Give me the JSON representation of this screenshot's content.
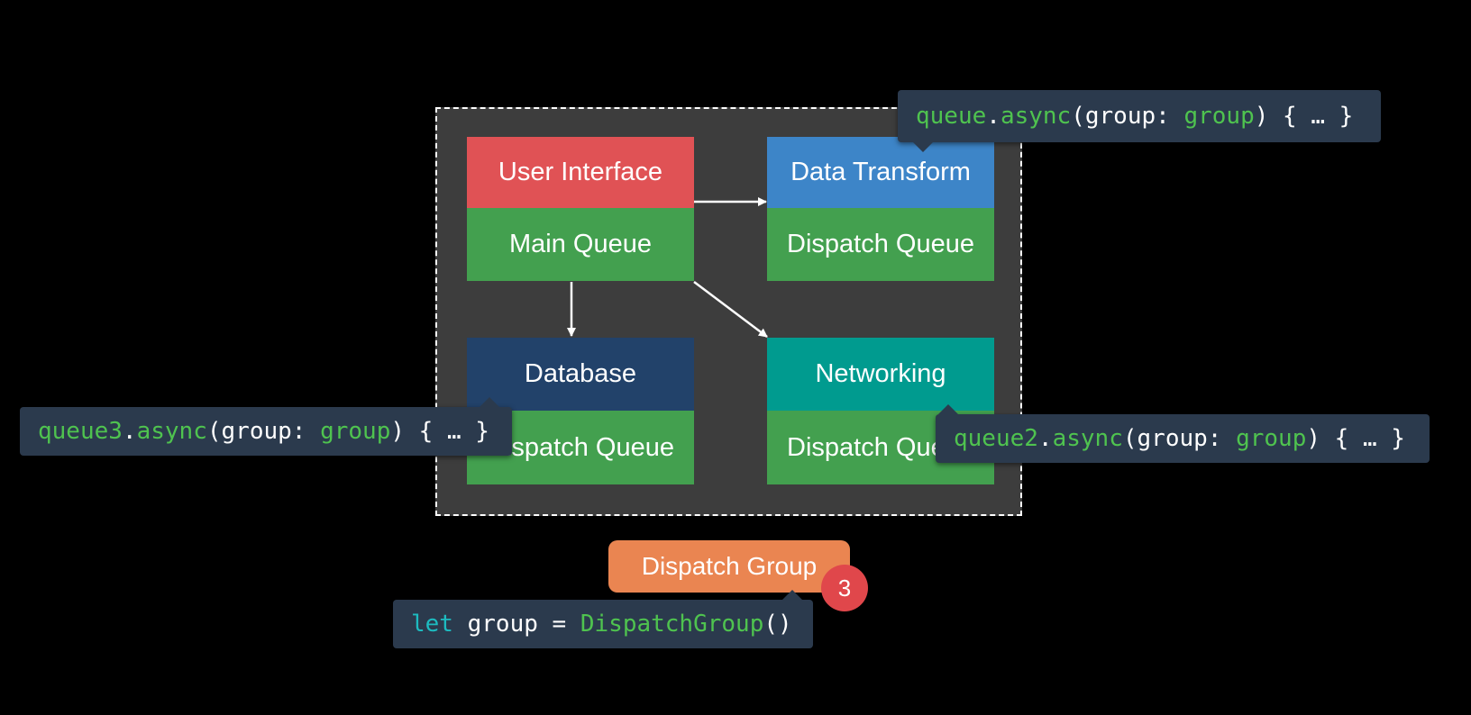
{
  "colors": {
    "background": "#000000",
    "group_frame": "#3d3d3d",
    "user_interface": "#e05255",
    "main_queue": "#43a04f",
    "data_transform": "#3d85c8",
    "database": "#22426a",
    "networking": "#009b8f",
    "dispatch_queue": "#43a04f",
    "dispatch_group": "#ea8551",
    "badge": "#e0474b",
    "callout": "#2b3a4d",
    "code_green": "#4fc34f",
    "code_teal": "#1dbbc0"
  },
  "blocks": {
    "user_interface": "User Interface",
    "main_queue": "Main Queue",
    "data_transform": "Data Transform",
    "data_transform_queue": "Dispatch Queue",
    "database": "Database",
    "database_queue": "Dispatch Queue",
    "networking": "Networking",
    "networking_queue": "Dispatch Queue"
  },
  "callouts": {
    "queue": {
      "receiver": "queue",
      "dot": ".",
      "method": "async",
      "open": "(group: ",
      "arg": "group",
      "close": ") { … }"
    },
    "queue3": {
      "receiver": "queue3",
      "dot": ".",
      "method": "async",
      "open": "(group: ",
      "arg": "group",
      "close": ") { … }"
    },
    "queue2": {
      "receiver": "queue2",
      "dot": ".",
      "method": "async",
      "open": "(group: ",
      "arg": "group",
      "close": ") { … }"
    },
    "group_decl": {
      "keyword": "let",
      "mid": " group = ",
      "type": "DispatchGroup",
      "call": "()"
    }
  },
  "dispatch_group": {
    "label": "Dispatch Group",
    "count": "3"
  }
}
